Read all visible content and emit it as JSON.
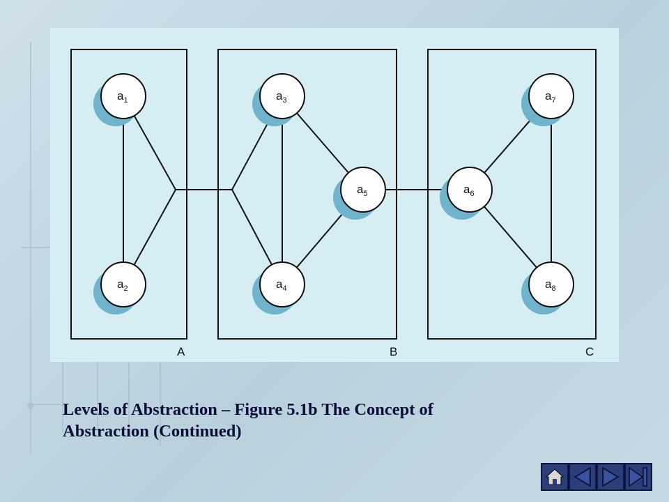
{
  "diagram": {
    "boxes": [
      {
        "id": "box-a",
        "label": "A"
      },
      {
        "id": "box-b",
        "label": "B"
      },
      {
        "id": "box-c",
        "label": "C"
      }
    ],
    "nodes": [
      {
        "id": "a1",
        "letter": "a",
        "sub": "1"
      },
      {
        "id": "a2",
        "letter": "a",
        "sub": "2"
      },
      {
        "id": "a3",
        "letter": "a",
        "sub": "3"
      },
      {
        "id": "a4",
        "letter": "a",
        "sub": "4"
      },
      {
        "id": "a5",
        "letter": "a",
        "sub": "5"
      },
      {
        "id": "a6",
        "letter": "a",
        "sub": "6"
      },
      {
        "id": "a7",
        "letter": "a",
        "sub": "7"
      },
      {
        "id": "a8",
        "letter": "a",
        "sub": "8"
      }
    ],
    "edges": [
      [
        "a1",
        "a2"
      ],
      [
        "a1",
        "junction-a"
      ],
      [
        "a2",
        "junction-a"
      ],
      [
        "junction-a",
        "junction-b"
      ],
      [
        "junction-b",
        "a3"
      ],
      [
        "junction-b",
        "a4"
      ],
      [
        "a3",
        "a4"
      ],
      [
        "a3",
        "a5"
      ],
      [
        "a4",
        "a5"
      ],
      [
        "a5",
        "a6"
      ],
      [
        "a6",
        "a7"
      ],
      [
        "a6",
        "a8"
      ],
      [
        "a7",
        "a8"
      ]
    ],
    "colors": {
      "panel": "#d5edf3",
      "node_fill": "#ffffff",
      "node_shadow": "#6fb3cc",
      "line": "#111111"
    }
  },
  "caption": {
    "line1": "Levels of Abstraction – Figure 5.1b  The Concept of",
    "line2": "Abstraction (Continued)"
  },
  "navigation": {
    "buttons": [
      {
        "id": "home",
        "icon": "home-icon"
      },
      {
        "id": "back",
        "icon": "triangle-left-icon"
      },
      {
        "id": "forward",
        "icon": "triangle-right-icon"
      },
      {
        "id": "end",
        "icon": "end-icon"
      }
    ]
  }
}
